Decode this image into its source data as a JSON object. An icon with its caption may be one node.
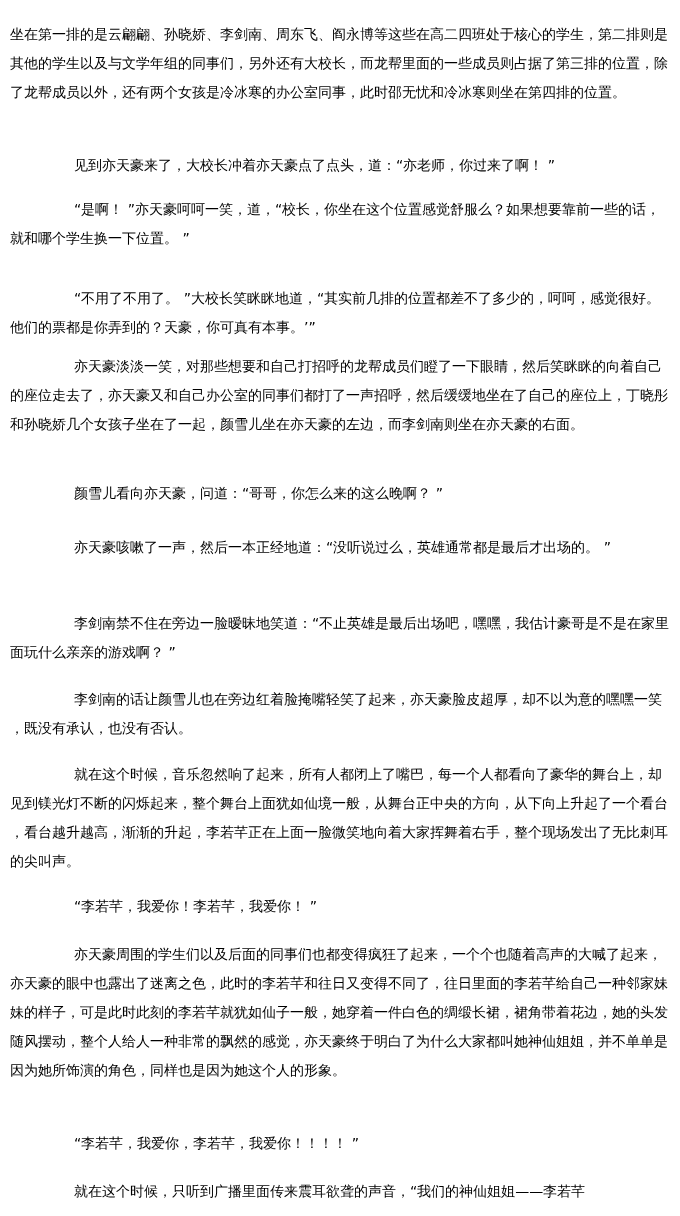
{
  "diagram": {
    "labels": [
      "坐在第一排的是云翩翩、孙晓娇、李剑南、周东飞、阎永博等这些在高二四班处于核心的学生，第二排则是其他的学生以及与文学年组的同事们，另外还有大校长，而龙帮里面的一些成员则占据了第三排的位置，除了龙帮成员以外，还有两个女孩是冷冰寒的办公室同事，此时邵无忧和冷冰寒则坐在第四排的位置。",
      "见到亦天豪来了，大校长冲着亦天豪点了点头，道：“亦老师，你过来了啊！ ”",
      "“是啊！ ”亦天豪呵呵一笑，道，“校长，你坐在这个位置感觉舒服么？如果想要靠前一些的话，就和哪个学生换一下位置。 ”",
      "“不用了不用了。 ”大校长笑眯眯地道，“其实前几排的位置都差不了多少的，呵呵，感觉很好。他们的票都是你弄到的？天豪，你可真有本事。’”",
      "亦天豪淡淡一笑，对那些想要和自己打招呼的龙帮成员们瞪了一下眼睛，然后笑眯眯的向着自己的座位走去了，亦天豪又和自己办公室的同事们都打了一声招呼，然后缓缓地坐在了自己的座位上，丁晓彤和孙晓娇几个女孩子坐在了一起，颜雪儿坐在亦天豪的左边，而李剑南则坐在亦天豪的右面。",
      "颜雪儿看向亦天豪，问道：“哥哥，你怎么来的这么晚啊？ ”",
      "亦天豪咳嗽了一声，然后一本正经地道：“没听说过么，英雄通常都是最后才出场的。 ”",
      "李剑南禁不住在旁边一脸暧昧地笑道：“不止英雄是最后出场吧，嘿嘿，我估计豪哥是不是在家里面玩什么亲亲的游戏啊？ ”",
      "李剑南的话让颜雪儿也在旁边红着脸掩嘴轻笑了起来，亦天豪脸皮超厚，却不以为意的嘿嘿一笑，既没有承认，也没有否认。",
      "就在这个时候，音乐忽然响了起来，所有人都闭上了嘴巴，每一个人都看向了豪华的舞台上，却见到镁光灯不断的闪烁起来，整个舞台上面犹如仙境一般，从舞台正中央的方向，从下向上升起了一个看台，看台越升越高，渐渐的升起，李若芊正在上面一脸微笑地向着大家挥舞着右手，整个现场发出了无比刺耳的尖叫声。",
      "“李若芊，我爱你！李若芊，我爱你！ ”",
      "亦天豪周围的学生们以及后面的同事们也都变得疯狂了起来，一个个也随着高声的大喊了起来，亦天豪的眼中也露出了迷离之色，此时的李若芊和往日又变得不同了，往日里面的李若芊给自己一种邻家妹妹的样子，可是此时此刻的李若芊就犹如仙子一般，她穿着一件白色的绸缎长裙，裙角带着花边，她的头发随风摆动，整个人给人一种非常的飘然的感觉，亦天豪终于明白了为什么大家都叫她神仙姐姐，并不单单是因为她所饰演的角色，同样也是因为她这个人的形象。",
      "“李若芊，我爱你，李若芊，我爱你！！！！ ”",
      "就在这个时候，只听到广播里面传来震耳欲聋的声音，“我们的神仙姐姐——李若芊"
    ]
  }
}
